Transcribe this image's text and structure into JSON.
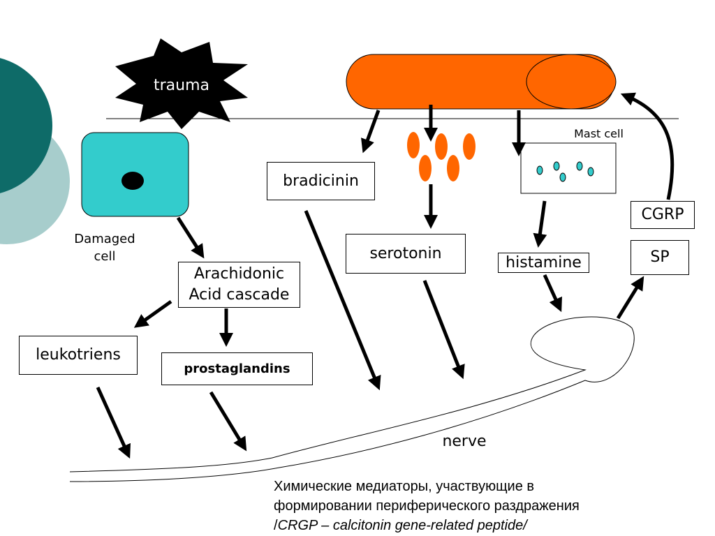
{
  "labels": {
    "trauma": "trauma",
    "mast_cell": "Mast cell",
    "damaged_cell": "Damaged\ncell",
    "nerve": "nerve"
  },
  "boxes": {
    "bradicinin": "bradicinin",
    "serotonin": "serotonin",
    "histamine": "histamine",
    "cgrp": "CGRP",
    "sp": "SP",
    "arachidonic": "Arachidonic\nAcid cascade",
    "leukotriens": "leukotriens",
    "prostaglandins": "prostaglandins"
  },
  "caption": {
    "line1": "Химические медиаторы, участвующие в",
    "line2": "формировании периферического раздражения",
    "line3_prefix": "/",
    "line3_italic": "CRGP – calcitonin gene-related peptide/"
  },
  "colors": {
    "teal_dark": "#0e6b68",
    "teal_light": "#a7cdcc",
    "cell_cyan": "#33cccc",
    "orange": "#ff6600",
    "granule_cyan": "#33cccc",
    "black": "#000000"
  }
}
